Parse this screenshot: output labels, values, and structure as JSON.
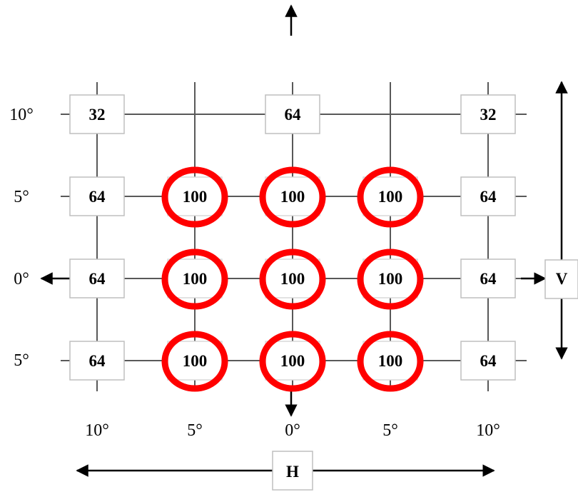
{
  "diagram": {
    "columns": [
      "10°",
      "5°",
      "0°",
      "5°",
      "10°"
    ],
    "rows": [
      "10°",
      "5°",
      "0°",
      "5°"
    ],
    "cells": [
      [
        "32",
        "",
        "64",
        "",
        "32"
      ],
      [
        "64",
        "100",
        "100",
        "100",
        "64"
      ],
      [
        "64",
        "100",
        "100",
        "100",
        "64"
      ],
      [
        "64",
        "100",
        "100",
        "100",
        "64"
      ]
    ],
    "highlighted_value": "100",
    "horizontal_axis_label": "H",
    "vertical_axis_label": "V",
    "colors": {
      "grid": "#595959",
      "highlight": "#ff0000",
      "box_border": "#bfbfbf",
      "text": "#000000"
    }
  }
}
